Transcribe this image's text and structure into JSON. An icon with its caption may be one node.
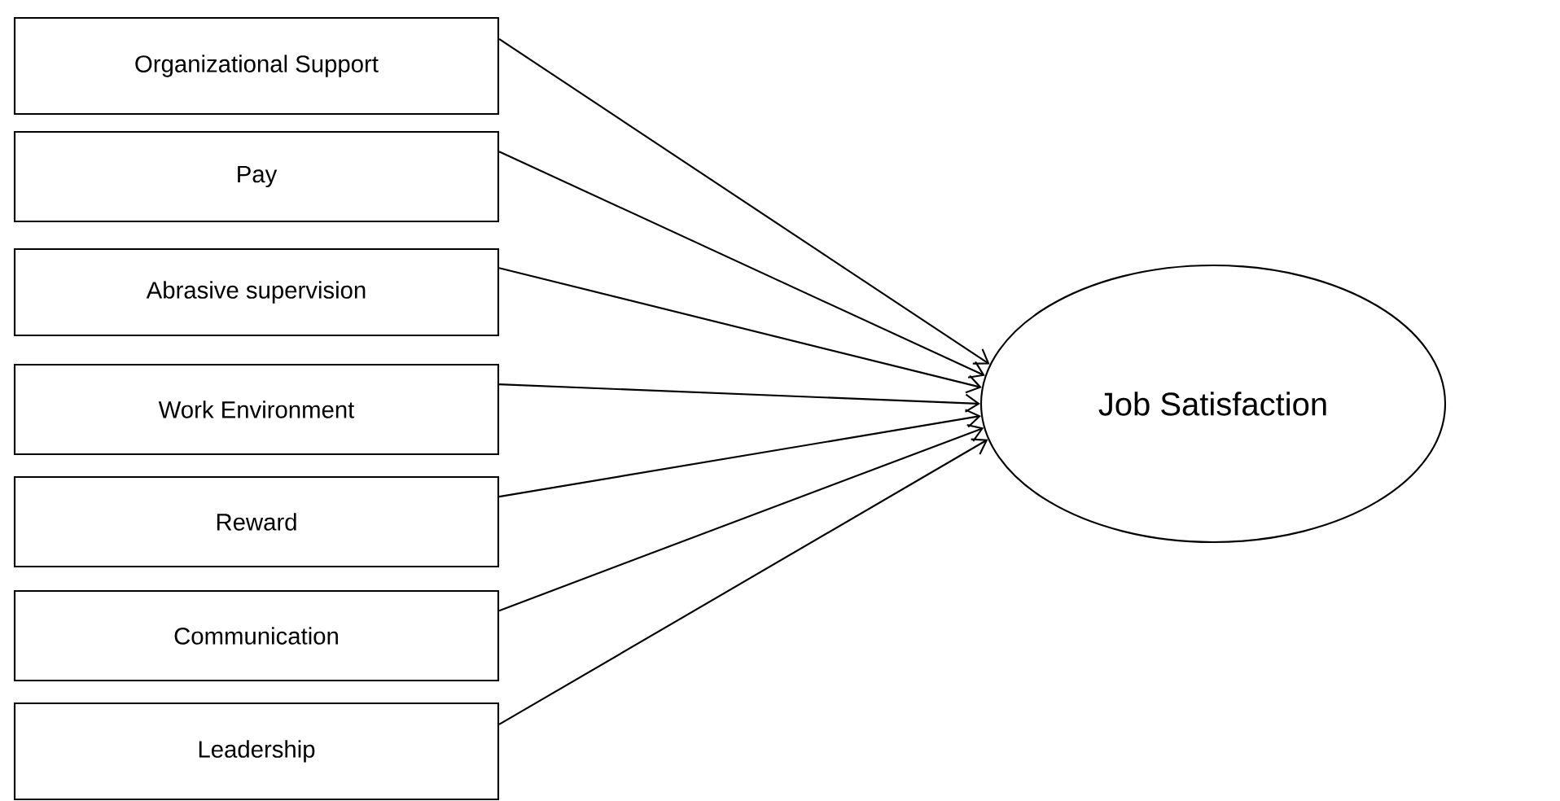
{
  "diagram": {
    "nodes": [
      {
        "text": [
          "Organizational Support"
        ]
      },
      {
        "text": [
          "Pay"
        ]
      },
      {
        "text": [
          "Abrasive supervision"
        ]
      },
      {
        "text": [
          "Work Environment"
        ]
      },
      {
        "text": [
          "Reward"
        ]
      },
      {
        "text": [
          "Communication"
        ]
      },
      {
        "text": [
          "Leadership"
        ]
      },
      {
        "text": [
          "Job Satisfaction"
        ]
      }
    ],
    "edges": [
      {
        "from": 0,
        "to": 7,
        "arrow": "to"
      },
      {
        "from": 1,
        "to": 7,
        "arrow": "to"
      },
      {
        "from": 2,
        "to": 7,
        "arrow": "to"
      },
      {
        "from": 3,
        "to": 7,
        "arrow": "to"
      },
      {
        "from": 4,
        "to": 7,
        "arrow": "to"
      },
      {
        "from": 5,
        "to": 7,
        "arrow": "to"
      },
      {
        "from": 6,
        "to": 7,
        "arrow": "to"
      }
    ]
  }
}
